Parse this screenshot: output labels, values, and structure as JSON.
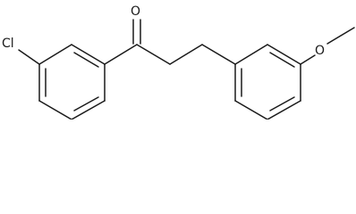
{
  "molecule": {
    "atom_labels": {
      "chlorine": "Cl",
      "carbonyl_oxygen": "O",
      "ether_oxygen": "O"
    },
    "colors": {
      "bond": "#1a1a1a",
      "label": "#1a1a1a",
      "background": "#ffffff"
    }
  }
}
